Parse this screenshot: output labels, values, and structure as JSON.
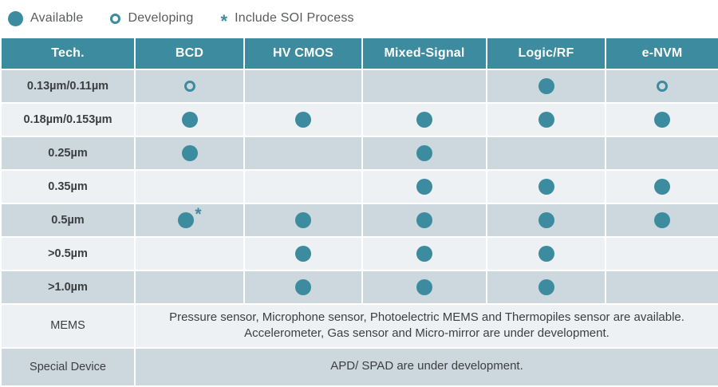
{
  "colors": {
    "teal": "#3d8b9e",
    "row_dark": "#ccd8dd",
    "row_light": "#edf1f4",
    "header_text": "#ffffff",
    "label_text": "#3c3f41",
    "legend_text": "#595b5d"
  },
  "legend": {
    "available_label": "Available",
    "developing_label": "Developing",
    "soi_marker": "*",
    "soi_label": "Include SOI Process"
  },
  "table": {
    "columns": [
      "Tech.",
      "BCD",
      "HV CMOS",
      "Mixed-Signal",
      "Logic/RF",
      "e-NVM"
    ],
    "rows": [
      {
        "label": "0.13µm/0.11µm",
        "cells": [
          "developing",
          "",
          "",
          "available",
          "developing"
        ]
      },
      {
        "label": "0.18µm/0.153µm",
        "cells": [
          "available",
          "available",
          "available",
          "available",
          "available"
        ]
      },
      {
        "label": "0.25µm",
        "cells": [
          "available",
          "",
          "available",
          "",
          ""
        ]
      },
      {
        "label": "0.35µm",
        "cells": [
          "",
          "",
          "available",
          "available",
          "available"
        ]
      },
      {
        "label": "0.5µm",
        "cells": [
          "available-soi",
          "available",
          "available",
          "available",
          "available"
        ]
      },
      {
        "label": ">0.5µm",
        "cells": [
          "",
          "available",
          "available",
          "available",
          ""
        ]
      },
      {
        "label": ">1.0µm",
        "cells": [
          "",
          "available",
          "available",
          "available",
          ""
        ]
      }
    ],
    "text_rows": [
      {
        "label": "MEMS",
        "lines": [
          "Pressure sensor, Microphone sensor, Photoelectric MEMS and Thermopiles sensor are available.",
          "Accelerometer, Gas sensor and Micro-mirror are under development."
        ]
      },
      {
        "label": "Special Device",
        "lines": [
          "APD/ SPAD are under development."
        ]
      }
    ]
  },
  "chart_data": {
    "type": "table",
    "title": "",
    "columns": [
      "Tech.",
      "BCD",
      "HV CMOS",
      "Mixed-Signal",
      "Logic/RF",
      "e-NVM"
    ],
    "legend": {
      "filled_dot": "Available",
      "open_circle": "Developing",
      "asterisk": "Include SOI Process"
    },
    "rows": [
      [
        "0.13µm/0.11µm",
        "Developing",
        null,
        null,
        "Available",
        "Developing"
      ],
      [
        "0.18µm/0.153µm",
        "Available",
        "Available",
        "Available",
        "Available",
        "Available"
      ],
      [
        "0.25µm",
        "Available",
        null,
        "Available",
        null,
        null
      ],
      [
        "0.35µm",
        null,
        null,
        "Available",
        "Available",
        "Available"
      ],
      [
        "0.5µm",
        "Available (Include SOI Process)",
        "Available",
        "Available",
        "Available",
        "Available"
      ],
      [
        ">0.5µm",
        null,
        "Available",
        "Available",
        "Available",
        null
      ],
      [
        ">1.0µm",
        null,
        "Available",
        "Available",
        "Available",
        null
      ]
    ],
    "notes": [
      [
        "MEMS",
        "Pressure sensor, Microphone sensor, Photoelectric MEMS and Thermopiles sensor are available. Accelerometer, Gas sensor and Micro-mirror are under development."
      ],
      [
        "Special Device",
        "APD/ SPAD are under development."
      ]
    ]
  }
}
